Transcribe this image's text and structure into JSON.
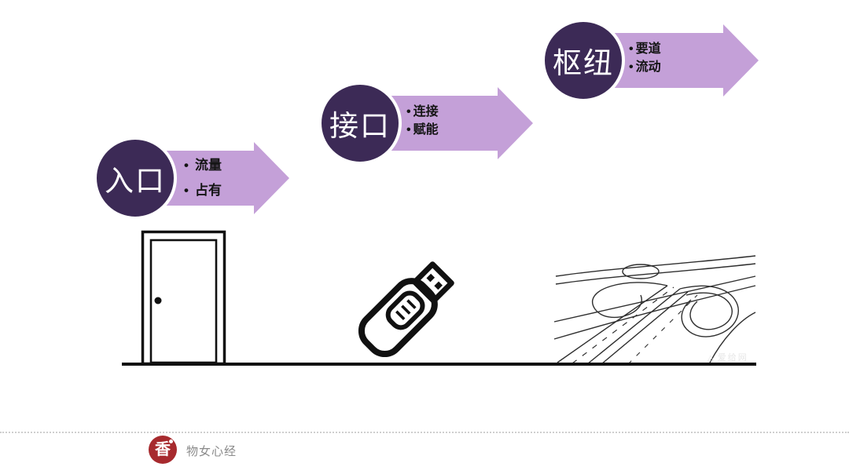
{
  "slide": {
    "steps": [
      {
        "label": "入口",
        "bullets": [
          "流量",
          "占有"
        ]
      },
      {
        "label": "接口",
        "bullets": [
          "连接",
          "赋能"
        ]
      },
      {
        "label": "枢纽",
        "bullets": [
          "要道",
          "流动"
        ]
      }
    ],
    "illustrations": [
      {
        "icon": "door-drawing"
      },
      {
        "icon": "usb-flash-drive-drawing"
      },
      {
        "icon": "highway-interchange-drawing"
      }
    ],
    "colors": {
      "circle_fill": "#3C2A56",
      "arrow_fill": "#C4A0D8",
      "ground_line": "#111111",
      "logo_red": "#A72A2E"
    },
    "watermark": "爱给网"
  },
  "footer": {
    "brand": "物女心经",
    "logo_glyph": "香"
  }
}
